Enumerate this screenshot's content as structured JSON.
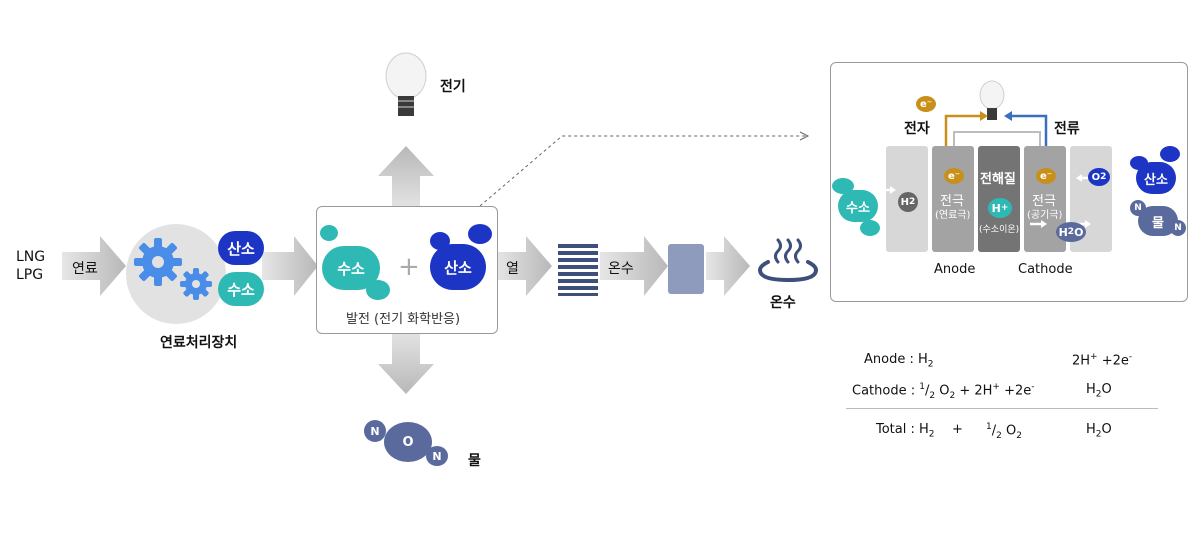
{
  "inputs": {
    "lng": "LNG",
    "lpg": "LPG",
    "fuel": "연료"
  },
  "processor": {
    "label": "연료처리장치",
    "oxygen": "산소",
    "hydrogen": "수소"
  },
  "generation": {
    "hydrogen": "수소",
    "plus": "+",
    "oxygen": "산소",
    "caption": "발전 (전기 화학반응)"
  },
  "outputs": {
    "electricity": "전기",
    "heat": "열",
    "warm_water_1": "온수",
    "warm_water_2": "온수",
    "water": "물",
    "water_n1": "N",
    "water_o": "O",
    "water_n2": "N"
  },
  "cell": {
    "electron": "전자",
    "current": "전류",
    "e_symbol": "e⁻",
    "hydrogen": "수소",
    "h2": "H",
    "h2_sub": "2",
    "anode_electrode": "전극",
    "anode_sub": "(연료극)",
    "electrolyte": "전해질",
    "h_plus": "H",
    "h_plus_sup": "+",
    "hydrogen_ion": "(수소이온)",
    "cathode_electrode": "전극",
    "cathode_sub": "(공기극)",
    "o2": "O",
    "o2_sub": "2",
    "h2o": "H",
    "h2o_sub": "2",
    "h2o_o": "O",
    "oxygen": "산소",
    "water": "물",
    "n": "N",
    "anode_label": "Anode",
    "cathode_label": "Cathode"
  },
  "equations": {
    "anode_l": "Anode : H",
    "anode_l_sub": "2",
    "anode_r": "2H",
    "anode_r_sup": "+",
    "anode_r_tail": " +2e",
    "anode_r_sup2": "-",
    "cathode_l": "Cathode : ",
    "cathode_half": "1",
    "cathode_slash": "/",
    "cathode_two": "2",
    "cathode_o": " O",
    "cathode_o_sub": "2",
    "cathode_mid": " + 2H",
    "cathode_mid_sup": "+",
    "cathode_tail": " +2e",
    "cathode_tail_sup": "-",
    "cathode_r": "H",
    "cathode_r_sub": "2",
    "cathode_r_o": "O",
    "total_l": "Total : H",
    "total_l_sub": "2",
    "total_plus": "+",
    "total_half": "1",
    "total_slash": "/",
    "total_two": "2",
    "total_o": " O",
    "total_o_sub": "2",
    "total_r": "H",
    "total_r_sub": "2",
    "total_r_o": "O"
  },
  "colors": {
    "teal": "#2fb9b5",
    "navy": "#1d35c4",
    "slate": "#5b6a9c",
    "arrow": "#c8c8c8",
    "gold": "#c8901a",
    "blue_arrow": "#3a6fc0"
  }
}
